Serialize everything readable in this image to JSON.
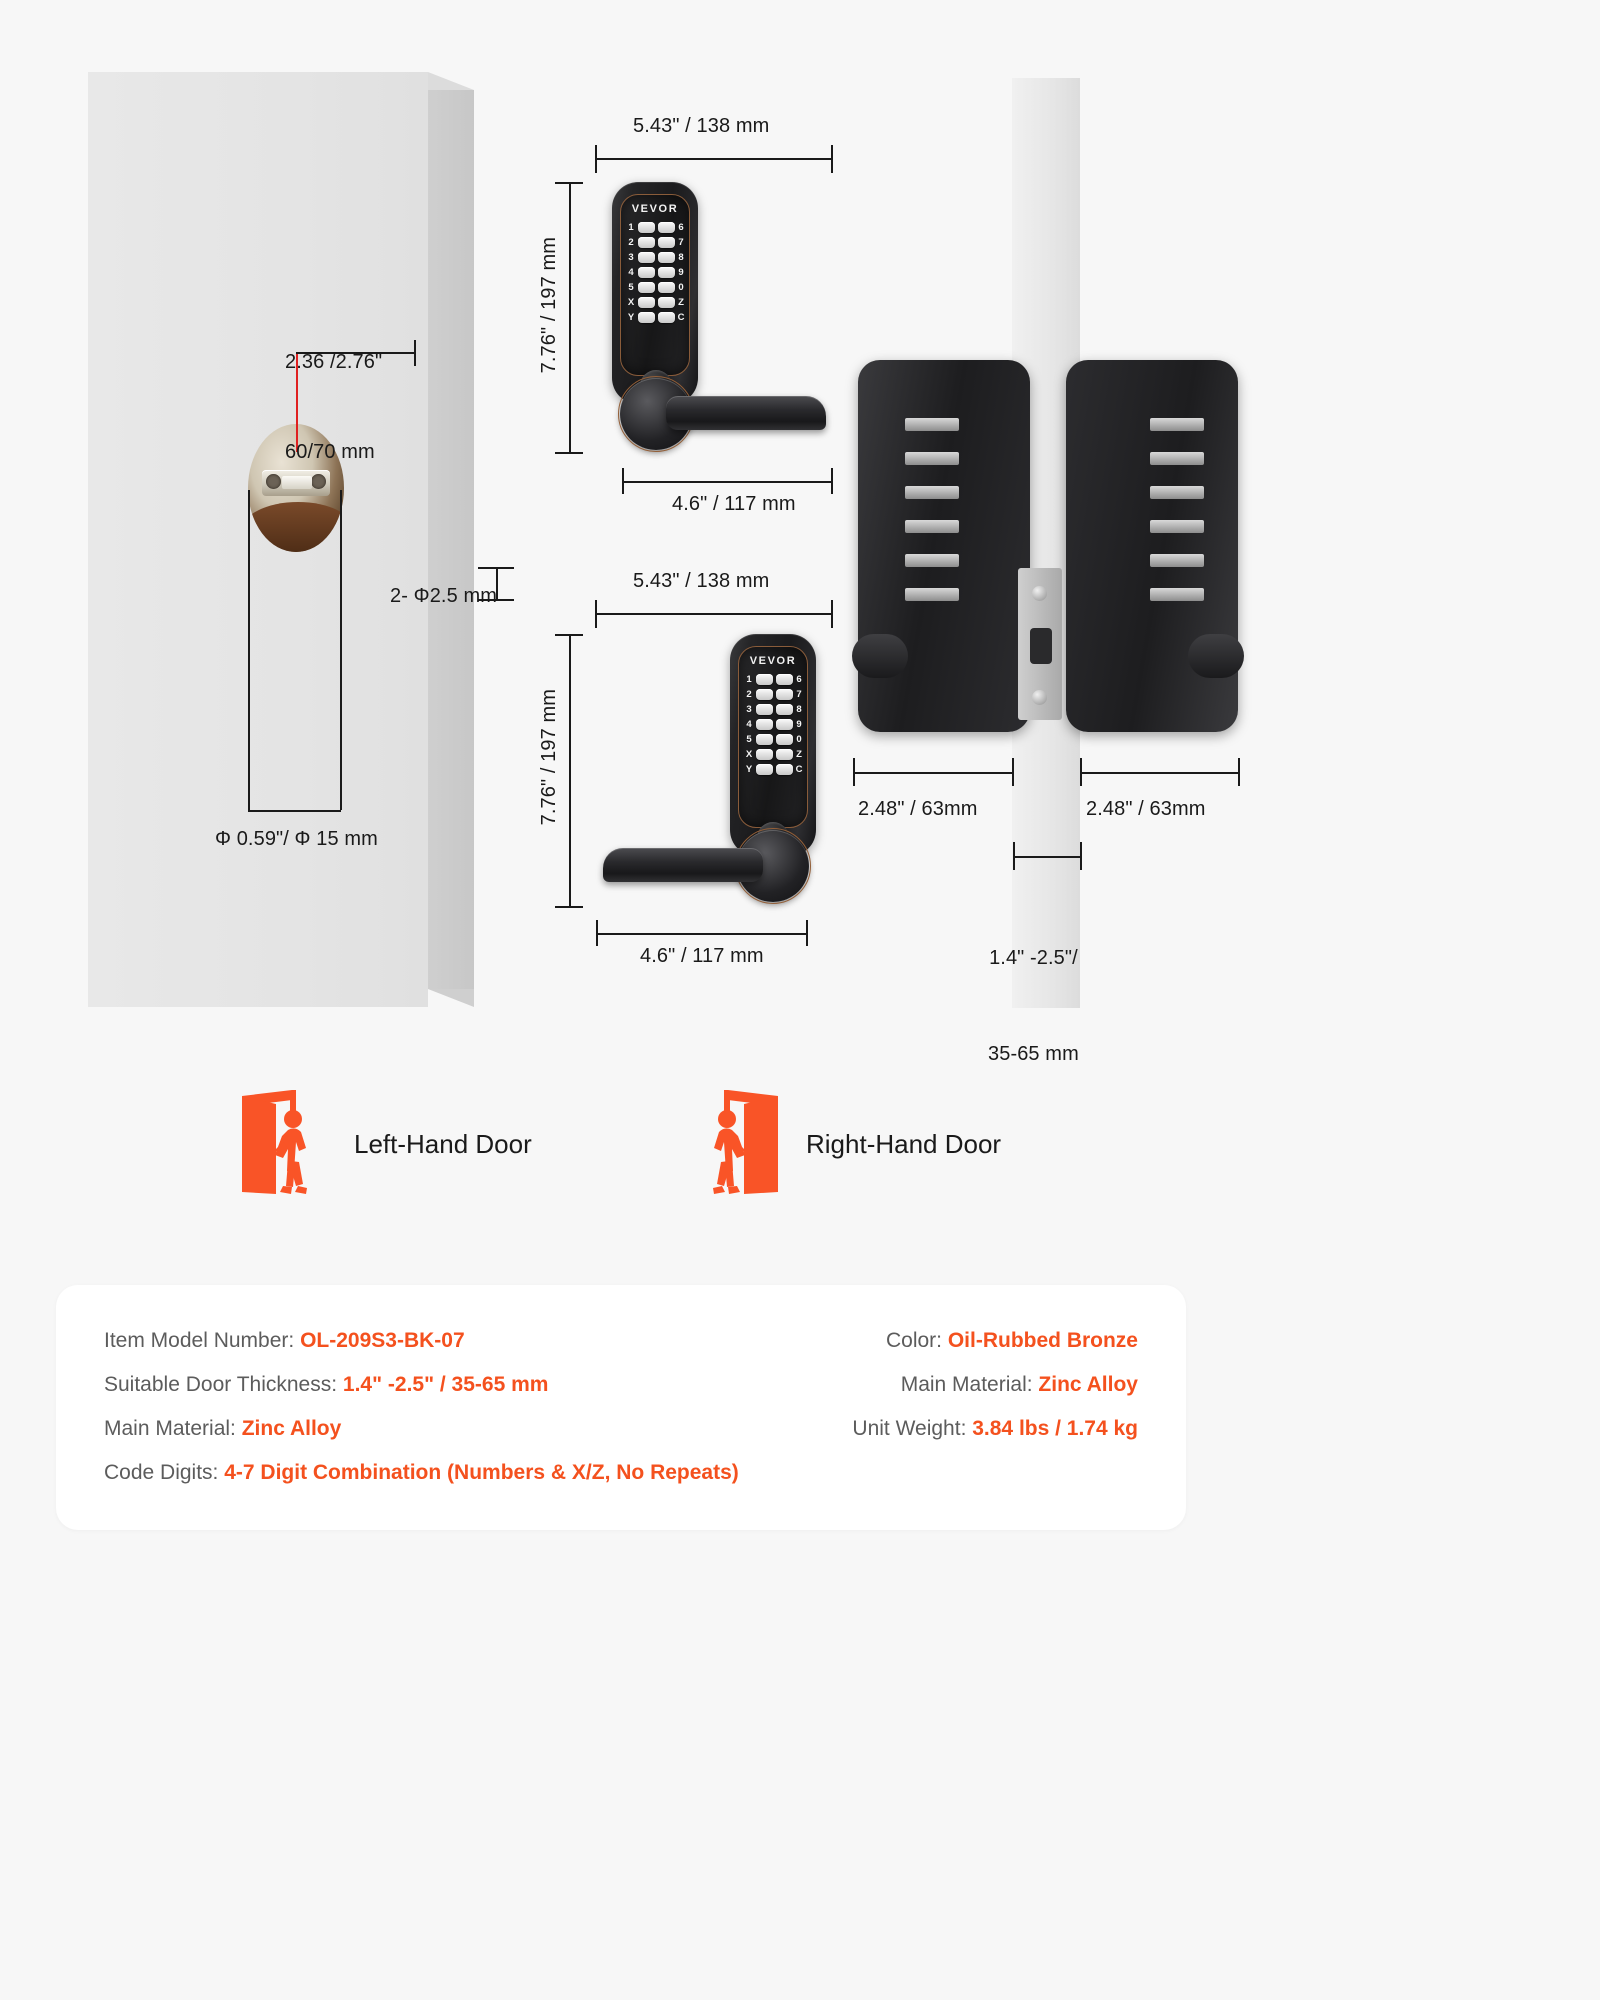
{
  "product": {
    "brand": "VEVOR"
  },
  "keypad": {
    "brand": "VEVOR",
    "rows": [
      {
        "left_label": "1",
        "right_label": "6"
      },
      {
        "left_label": "2",
        "right_label": "7"
      },
      {
        "left_label": "3",
        "right_label": "8"
      },
      {
        "left_label": "4",
        "right_label": "9"
      },
      {
        "left_label": "5",
        "right_label": "0"
      },
      {
        "left_label": "X",
        "right_label": "Z"
      },
      {
        "left_label": "Y",
        "right_label": "C"
      }
    ]
  },
  "dimensions": {
    "door_backset": "2.36 /2.76\"",
    "door_backset_mm": "60/70 mm",
    "bore_diameter": "Φ 0.59\"/ Φ 15 mm",
    "screw_holes": "2- Φ2.5 mm",
    "top_view_width": "5.43\" / 138 mm",
    "top_view_height": "7.76\" / 197 mm",
    "top_view_lever_width": "4.6\" / 117 mm",
    "bottom_view_width": "5.43\" / 138 mm",
    "bottom_view_height": "7.76\" / 197 mm",
    "bottom_view_lever_width": "4.6\" / 117 mm",
    "side_left_projection": "2.48\" / 63mm",
    "side_right_projection": "2.48\" / 63mm",
    "door_thickness_line1": "1.4\" -2.5\"/",
    "door_thickness_line2": "35-65 mm"
  },
  "handing": {
    "left": {
      "label": "Left-Hand Door",
      "icon": "door-person-left-icon"
    },
    "right": {
      "label": "Right-Hand Door",
      "icon": "door-person-right-icon"
    }
  },
  "specs": {
    "left_column": [
      {
        "label": "Item Model Number: ",
        "value": "OL-209S3-BK-07"
      },
      {
        "label": "Suitable Door Thickness: ",
        "value": "1.4\" -2.5\" / 35-65 mm"
      },
      {
        "label": "Main Material: ",
        "value": "Zinc Alloy"
      },
      {
        "label": "Code Digits: ",
        "value": "4-7 Digit Combination (Numbers & X/Z, No Repeats)"
      }
    ],
    "right_column": [
      {
        "label": "Color: ",
        "value": "Oil-Rubbed Bronze"
      },
      {
        "label": "Main Material:  ",
        "value": "Zinc Alloy"
      },
      {
        "label": "Unit Weight: ",
        "value": "3.84 lbs / 1.74 kg"
      }
    ]
  },
  "colors": {
    "accent": "#f4511e",
    "label_gray": "#5c5c5c",
    "background": "#f7f7f7",
    "card": "#ffffff",
    "dimension_line": "#1a1a1a",
    "centerline_red": "#e02020"
  }
}
